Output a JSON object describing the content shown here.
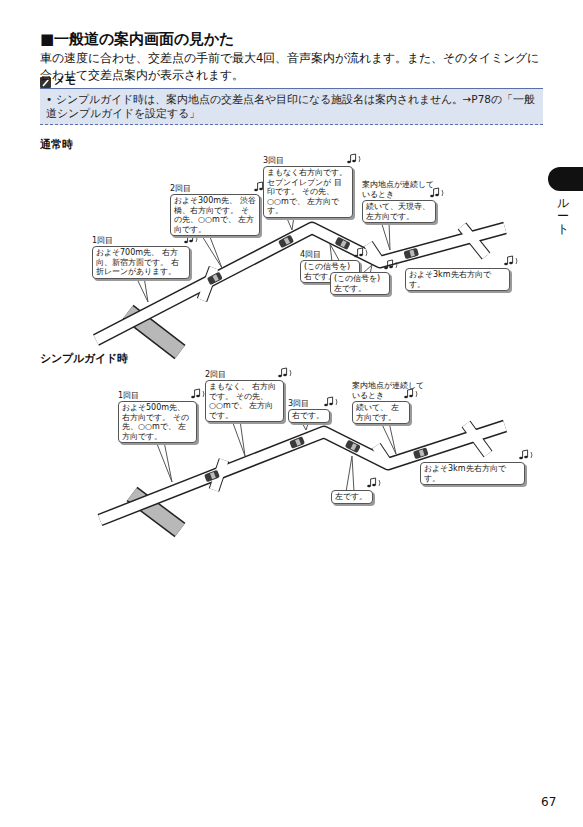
{
  "diagram": {
    "title": "■一般道の案内画面の見かた",
    "nodes": [
      {
        "text": [
          "メモ",
          "• シンプルガイド時は、案内地点の交差点名や目印になる施設名は案内されません。→P78の「一般道シンプルガイドを設定する」"
        ]
      },
      {
        "text": [
          "1回目",
          "およそ700m先、 右方向、新宿方面です。 右折レーンがあります。"
        ]
      },
      {
        "text": [
          "2回目",
          "およそ300m先、 渋谷橋、右方向です。 その先、○○mで、 左方向です。"
        ]
      },
      {
        "text": [
          "3回目",
          "まもなく右方向です。 セブンイレブンが 目印です。 その先、○○mで、 左方向です。"
        ]
      },
      {
        "text": [
          "案内地点が連続して いるとき",
          "続いて、天現寺、 左方向です。"
        ]
      },
      {
        "text": [
          "4回目",
          "(この信号を) 右です。"
        ]
      },
      {
        "text": [
          "(この信号を) 左です。"
        ]
      },
      {
        "text": [
          "およそ3km先右方向です。"
        ]
      },
      {
        "text": [
          "1回目",
          "およそ500m先、 右方向です。 その先、○○mで、 左方向です。"
        ]
      },
      {
        "text": [
          "2回目",
          "まもなく、 右方向です。 その先、○○mで、 左方向です。"
        ]
      },
      {
        "text": [
          "3回目",
          "右です。"
        ]
      },
      {
        "text": [
          "案内地点が連続して いるとき",
          "続いて、 左方向です。"
        ]
      },
      {
        "text": [
          "およそ3km先右方向です。"
        ]
      },
      {
        "text": [
          "左です。"
        ]
      }
    ],
    "labels": [
      "車の速度に合わせ、交差点の手前で最大4回、音声案内が流れます。また、そのタイミングに合わせて交差点案内が表示されます。",
      "通常時",
      "シンプルガイド時",
      "ルート",
      "67"
    ]
  }
}
